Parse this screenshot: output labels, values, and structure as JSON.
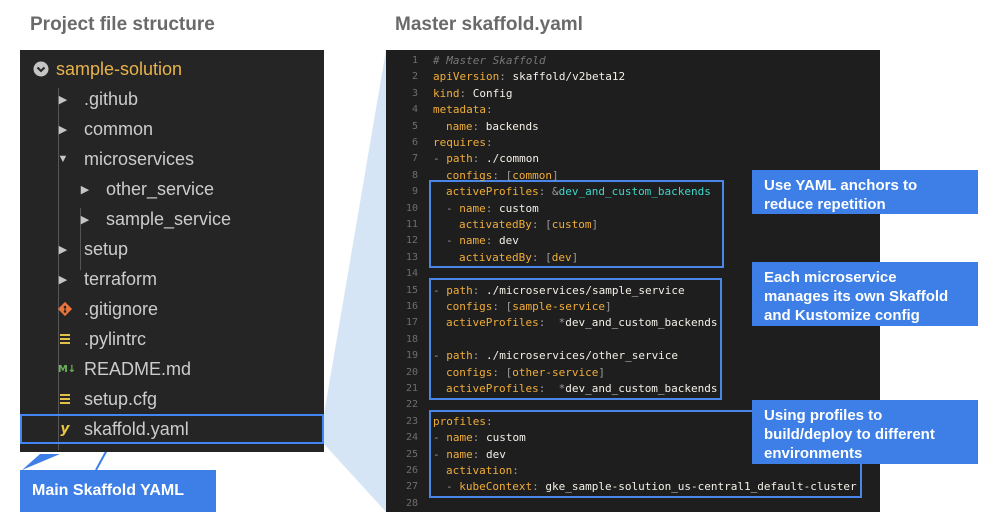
{
  "headings": {
    "left": "Project file structure",
    "right": "Master skaffold.yaml"
  },
  "file_tree": [
    {
      "label": "sample-solution",
      "icon": "chevron-circle-down",
      "twisty": "none",
      "depth": 0
    },
    {
      "label": ".github",
      "icon": "none",
      "twisty": "collapsed",
      "depth": 1
    },
    {
      "label": "common",
      "icon": "none",
      "twisty": "collapsed",
      "depth": 1
    },
    {
      "label": "microservices",
      "icon": "none",
      "twisty": "expanded",
      "depth": 1
    },
    {
      "label": "other_service",
      "icon": "none",
      "twisty": "collapsed",
      "depth": 2
    },
    {
      "label": "sample_service",
      "icon": "none",
      "twisty": "collapsed",
      "depth": 2
    },
    {
      "label": "setup",
      "icon": "none",
      "twisty": "collapsed",
      "depth": 1
    },
    {
      "label": "terraform",
      "icon": "none",
      "twisty": "collapsed",
      "depth": 1
    },
    {
      "label": ".gitignore",
      "icon": "git",
      "twisty": "none",
      "depth": 1
    },
    {
      "label": ".pylintrc",
      "icon": "lines",
      "twisty": "none",
      "depth": 1
    },
    {
      "label": "README.md",
      "icon": "markdown",
      "twisty": "none",
      "depth": 1
    },
    {
      "label": "setup.cfg",
      "icon": "lines",
      "twisty": "none",
      "depth": 1
    },
    {
      "label": "skaffold.yaml",
      "icon": "yaml",
      "twisty": "none",
      "depth": 1
    }
  ],
  "code_lines": [
    {
      "n": "1",
      "indent": 0,
      "tokens": [
        [
          "c",
          "# Master Skaffold"
        ]
      ]
    },
    {
      "n": "2",
      "indent": 0,
      "tokens": [
        [
          "k",
          "apiVersion"
        ],
        [
          "p",
          ": "
        ],
        [
          "v",
          "skaffold/v2beta12"
        ]
      ]
    },
    {
      "n": "3",
      "indent": 0,
      "tokens": [
        [
          "k",
          "kind"
        ],
        [
          "p",
          ": "
        ],
        [
          "v",
          "Config"
        ]
      ]
    },
    {
      "n": "4",
      "indent": 0,
      "tokens": [
        [
          "k",
          "metadata"
        ],
        [
          "p",
          ":"
        ]
      ]
    },
    {
      "n": "5",
      "indent": 1,
      "tokens": [
        [
          "k",
          "name"
        ],
        [
          "p",
          ": "
        ],
        [
          "v",
          "backends"
        ]
      ]
    },
    {
      "n": "6",
      "indent": 0,
      "tokens": [
        [
          "k",
          "requires"
        ],
        [
          "p",
          ":"
        ]
      ]
    },
    {
      "n": "7",
      "indent": 0,
      "tokens": [
        [
          "p",
          "- "
        ],
        [
          "k",
          "path"
        ],
        [
          "p",
          ": "
        ],
        [
          "v",
          "./common"
        ]
      ]
    },
    {
      "n": "8",
      "indent": 1,
      "tokens": [
        [
          "k",
          "configs"
        ],
        [
          "p",
          ": ["
        ],
        [
          "s",
          "common"
        ],
        [
          "p",
          "]"
        ]
      ]
    },
    {
      "n": "9",
      "indent": 1,
      "tokens": [
        [
          "k",
          "activeProfiles"
        ],
        [
          "p",
          ": &"
        ],
        [
          "a",
          "dev_and_custom_backends"
        ]
      ]
    },
    {
      "n": "10",
      "indent": 1,
      "tokens": [
        [
          "p",
          "- "
        ],
        [
          "k",
          "name"
        ],
        [
          "p",
          ": "
        ],
        [
          "v",
          "custom"
        ]
      ]
    },
    {
      "n": "11",
      "indent": 2,
      "tokens": [
        [
          "k",
          "activatedBy"
        ],
        [
          "p",
          ": ["
        ],
        [
          "s",
          "custom"
        ],
        [
          "p",
          "]"
        ]
      ]
    },
    {
      "n": "12",
      "indent": 1,
      "tokens": [
        [
          "p",
          "- "
        ],
        [
          "k",
          "name"
        ],
        [
          "p",
          ": "
        ],
        [
          "v",
          "dev"
        ]
      ]
    },
    {
      "n": "13",
      "indent": 2,
      "tokens": [
        [
          "k",
          "activatedBy"
        ],
        [
          "p",
          ": ["
        ],
        [
          "s",
          "dev"
        ],
        [
          "p",
          "]"
        ]
      ]
    },
    {
      "n": "14",
      "indent": 0,
      "tokens": []
    },
    {
      "n": "15",
      "indent": 0,
      "tokens": [
        [
          "p",
          "- "
        ],
        [
          "k",
          "path"
        ],
        [
          "p",
          ": "
        ],
        [
          "v",
          "./microservices/sample_service"
        ]
      ]
    },
    {
      "n": "16",
      "indent": 1,
      "tokens": [
        [
          "k",
          "configs"
        ],
        [
          "p",
          ": ["
        ],
        [
          "s",
          "sample-service"
        ],
        [
          "p",
          "]"
        ]
      ]
    },
    {
      "n": "17",
      "indent": 1,
      "tokens": [
        [
          "k",
          "activeProfiles"
        ],
        [
          "p",
          ":  *"
        ],
        [
          "v",
          "dev_and_custom_backends"
        ]
      ]
    },
    {
      "n": "18",
      "indent": 0,
      "tokens": []
    },
    {
      "n": "19",
      "indent": 0,
      "tokens": [
        [
          "p",
          "- "
        ],
        [
          "k",
          "path"
        ],
        [
          "p",
          ": "
        ],
        [
          "v",
          "./microservices/other_service"
        ]
      ]
    },
    {
      "n": "20",
      "indent": 1,
      "tokens": [
        [
          "k",
          "configs"
        ],
        [
          "p",
          ": ["
        ],
        [
          "s",
          "other-service"
        ],
        [
          "p",
          "]"
        ]
      ]
    },
    {
      "n": "21",
      "indent": 1,
      "tokens": [
        [
          "k",
          "activeProfiles"
        ],
        [
          "p",
          ":  *"
        ],
        [
          "v",
          "dev_and_custom_backends"
        ]
      ]
    },
    {
      "n": "22",
      "indent": 0,
      "tokens": []
    },
    {
      "n": "23",
      "indent": 0,
      "tokens": [
        [
          "k",
          "profiles"
        ],
        [
          "p",
          ":"
        ]
      ]
    },
    {
      "n": "24",
      "indent": 0,
      "tokens": [
        [
          "p",
          "- "
        ],
        [
          "k",
          "name"
        ],
        [
          "p",
          ": "
        ],
        [
          "v",
          "custom"
        ]
      ]
    },
    {
      "n": "25",
      "indent": 0,
      "tokens": [
        [
          "p",
          "- "
        ],
        [
          "k",
          "name"
        ],
        [
          "p",
          ": "
        ],
        [
          "v",
          "dev"
        ]
      ]
    },
    {
      "n": "26",
      "indent": 1,
      "tokens": [
        [
          "k",
          "activation"
        ],
        [
          "p",
          ":"
        ]
      ]
    },
    {
      "n": "27",
      "indent": 1,
      "tokens": [
        [
          "p",
          "- "
        ],
        [
          "k",
          "kubeContext"
        ],
        [
          "p",
          ": "
        ],
        [
          "v",
          "gke_sample-solution_us-central1_default-cluster"
        ]
      ]
    },
    {
      "n": "28",
      "indent": 0,
      "tokens": []
    }
  ],
  "callouts": {
    "anchors": [
      "Use YAML anchors to",
      "reduce repetition"
    ],
    "microservices": [
      "Each microservice",
      "manages its own Skaffold",
      "and Kustomize config"
    ],
    "profiles": [
      "Using profiles to",
      "build/deploy to different",
      "environments"
    ],
    "main": "Main Skaffold YAML"
  },
  "colors": {
    "accent": "#4285f4",
    "callout_bg": "#3d7fe6",
    "editor_bg": "#1e1e1e",
    "tree_bg": "#252526"
  }
}
